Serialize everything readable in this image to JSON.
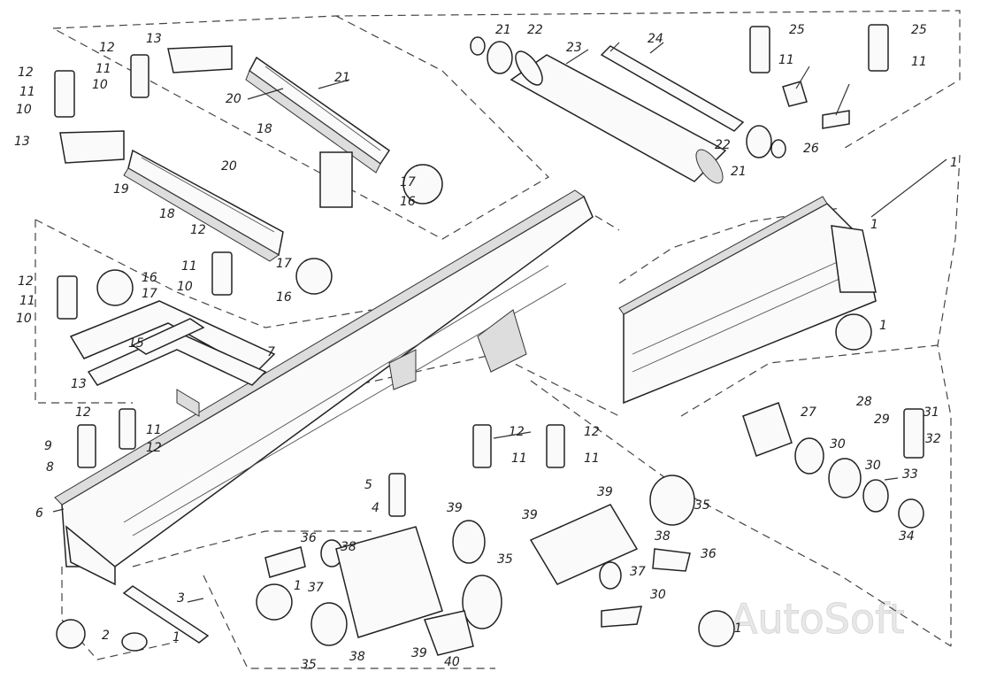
{
  "watermark": "AutoSoft",
  "callouts": {
    "c1": "1",
    "c2": "2",
    "c3": "3",
    "c4": "4",
    "c5": "5",
    "c6": "6",
    "c7": "7",
    "c8": "8",
    "c9": "9",
    "c10": "10",
    "c11": "11",
    "c12": "12",
    "c13": "13",
    "c15": "15",
    "c16": "16",
    "c17": "17",
    "c18": "18",
    "c19": "19",
    "c20": "20",
    "c21": "21",
    "c22": "22",
    "c23": "23",
    "c24": "24",
    "c25": "25",
    "c26": "26",
    "c27": "27",
    "c28": "28",
    "c29": "29",
    "c30": "30",
    "c31": "31",
    "c32": "32",
    "c33": "33",
    "c34": "34",
    "c35": "35",
    "c36": "36",
    "c37": "37",
    "c38": "38",
    "c39": "39",
    "c40": "40"
  }
}
